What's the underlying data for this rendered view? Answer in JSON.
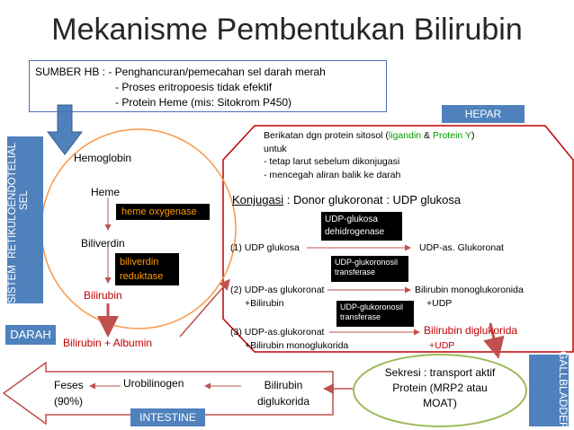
{
  "title": "Mekanisme Pembentukan Bilirubin",
  "sumber": {
    "line1": "SUMBER HB : - Penghancuran/pemecahan sel darah merah",
    "line2": "- Proses eritropoesis tidak efektif",
    "line3": "- Protein Heme (mis: Sitokrom P450)"
  },
  "labels": {
    "hepar": "HEPAR",
    "sistem_1": "SISTEM",
    "sistem_2": "RETIKULOENDOTELIAL SEL",
    "darah": "DARAH",
    "intestine": "INTESTINE",
    "gall_1": "GALL",
    "gall_2": "BLADDER"
  },
  "re": {
    "hemoglobin": "Hemoglobin",
    "heme": "Heme",
    "heme_enzyme": "heme oxygenase",
    "biliverdin": "Biliverdin",
    "biliverdin_enzyme_1": "biliverdin",
    "biliverdin_enzyme_2": "reduktase",
    "bilirubin": "Bilirubin",
    "albumin": "Bilirubin + Albumin"
  },
  "hepar": {
    "note_1a": "Berikatan dgn protein sitosol (",
    "note_ligandin": "ligandin",
    "note_amp": " & ",
    "note_proteinY": "Protein Y",
    "note_1b": ")",
    "note_2": "untuk",
    "note_3": "- tetap larut sebelum dikonjugasi",
    "note_4": "- mencegah aliran balik ke darah",
    "konj_label": "Konjugasi",
    "konj_rest": " : Donor glukoronat : UDP glukosa",
    "enz1_1": "UDP-glukosa",
    "enz1_2": "dehidrogenase",
    "r1_left": "(1) UDP glukosa",
    "r1_right": "UDP-as. Glukoronat",
    "enz2_1": "UDP-glukoronosil",
    "enz2_2": "transferase",
    "r2_left_1": "(2) UDP-as glukoronat",
    "r2_left_2": "+Bilirubin",
    "r2_right_1": "Bilirubin monoglukoronida",
    "r2_right_2": "+UDP",
    "enz3_1": "UDP-glukoronosil",
    "enz3_2": "transferase",
    "r3_left_1": "(3) UDP-as.glukoronat",
    "r3_left_2": "+Bilirubin monoglukorida",
    "r3_right_1": "Bilirubin diglukorida",
    "r3_right_2": "+UDP"
  },
  "sekresi": {
    "line1": "Sekresi : transport aktif",
    "line2": "Protein (MRP2 atau",
    "line3": "MOAT)"
  },
  "intestine": {
    "feses_1": "Feses",
    "feses_2": "(90%)",
    "urobilinogen": "Urobilinogen",
    "bili_1": "Bilirubin",
    "bili_2": "diglukorida"
  },
  "colors": {
    "blue": "#4f81bd",
    "red_arrow": "#c0504d",
    "dark_red": "#c00000",
    "green": "#00a000",
    "orange_text": "#ff9a00",
    "oval_orange": "#f79646",
    "sekresi_green": "#9bbb59"
  }
}
